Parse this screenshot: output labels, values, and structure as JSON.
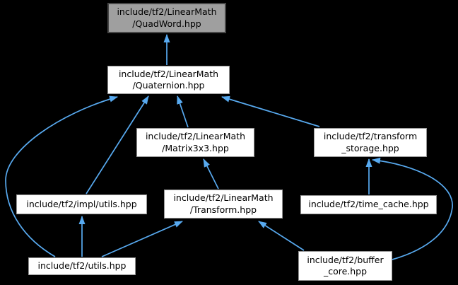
{
  "diagram": {
    "type": "include-dependency-graph",
    "colors": {
      "background": "#000000",
      "node_fill": "#ffffff",
      "node_border": "#969696",
      "highlight_fill": "#9f9f9f",
      "highlight_border": "#474747",
      "edge": "#58aaf0",
      "text": "#000000"
    },
    "nodes": [
      {
        "id": "quadword",
        "lines": [
          "include/tf2/LinearMath",
          "/QuadWord.hpp"
        ],
        "highlighted": true
      },
      {
        "id": "quaternion",
        "lines": [
          "include/tf2/LinearMath",
          "/Quaternion.hpp"
        ],
        "highlighted": false
      },
      {
        "id": "matrix3x3",
        "lines": [
          "include/tf2/LinearMath",
          "/Matrix3x3.hpp"
        ],
        "highlighted": false
      },
      {
        "id": "transform-storage",
        "lines": [
          "include/tf2/transform",
          "_storage.hpp"
        ],
        "highlighted": false
      },
      {
        "id": "impl-utils",
        "lines": [
          "include/tf2/impl/utils.hpp"
        ],
        "highlighted": false
      },
      {
        "id": "transform",
        "lines": [
          "include/tf2/LinearMath",
          "/Transform.hpp"
        ],
        "highlighted": false
      },
      {
        "id": "time-cache",
        "lines": [
          "include/tf2/time_cache.hpp"
        ],
        "highlighted": false
      },
      {
        "id": "utils",
        "lines": [
          "include/tf2/utils.hpp"
        ],
        "highlighted": false
      },
      {
        "id": "buffer-core",
        "lines": [
          "include/tf2/buffer",
          "_core.hpp"
        ],
        "highlighted": false
      }
    ],
    "edges": [
      {
        "from": "quaternion",
        "to": "quadword"
      },
      {
        "from": "matrix3x3",
        "to": "quaternion"
      },
      {
        "from": "impl-utils",
        "to": "quaternion"
      },
      {
        "from": "utils",
        "to": "quaternion"
      },
      {
        "from": "transform-storage",
        "to": "quaternion"
      },
      {
        "from": "transform",
        "to": "matrix3x3"
      },
      {
        "from": "utils",
        "to": "impl-utils"
      },
      {
        "from": "utils",
        "to": "transform"
      },
      {
        "from": "buffer-core",
        "to": "transform"
      },
      {
        "from": "time-cache",
        "to": "transform-storage"
      },
      {
        "from": "buffer-core",
        "to": "transform-storage"
      }
    ]
  }
}
